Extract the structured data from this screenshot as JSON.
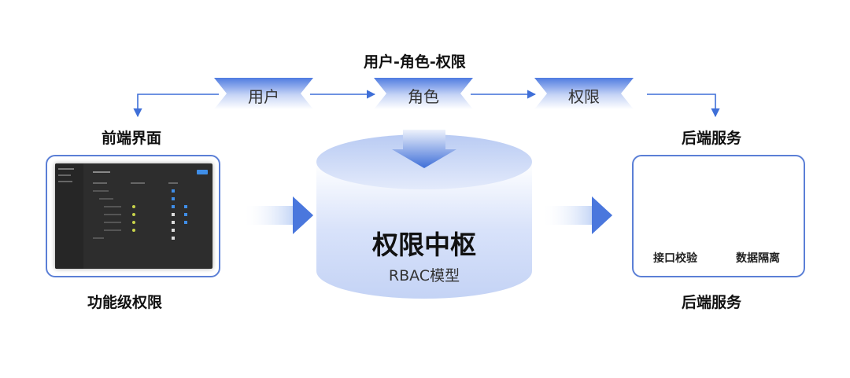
{
  "top_title": "用户-角色-权限",
  "flow": [
    "用户",
    "角色",
    "权限"
  ],
  "left": {
    "title": "前端界面",
    "caption": "功能级权限"
  },
  "center": {
    "title": "权限中枢",
    "subtitle": "RBAC模型"
  },
  "right": {
    "title": "后端服务",
    "caption": "后端服务",
    "items": [
      "接口校验",
      "数据隔离"
    ]
  },
  "colors": {
    "accent": "#3f6fd8",
    "panel_border": "#5b7fd6",
    "ribbon": "#6f92e0",
    "cylinder": "#dbe4fb"
  },
  "icons": [
    "shield-check-icon",
    "monitor-icon",
    "lock-briefcase-icon"
  ]
}
